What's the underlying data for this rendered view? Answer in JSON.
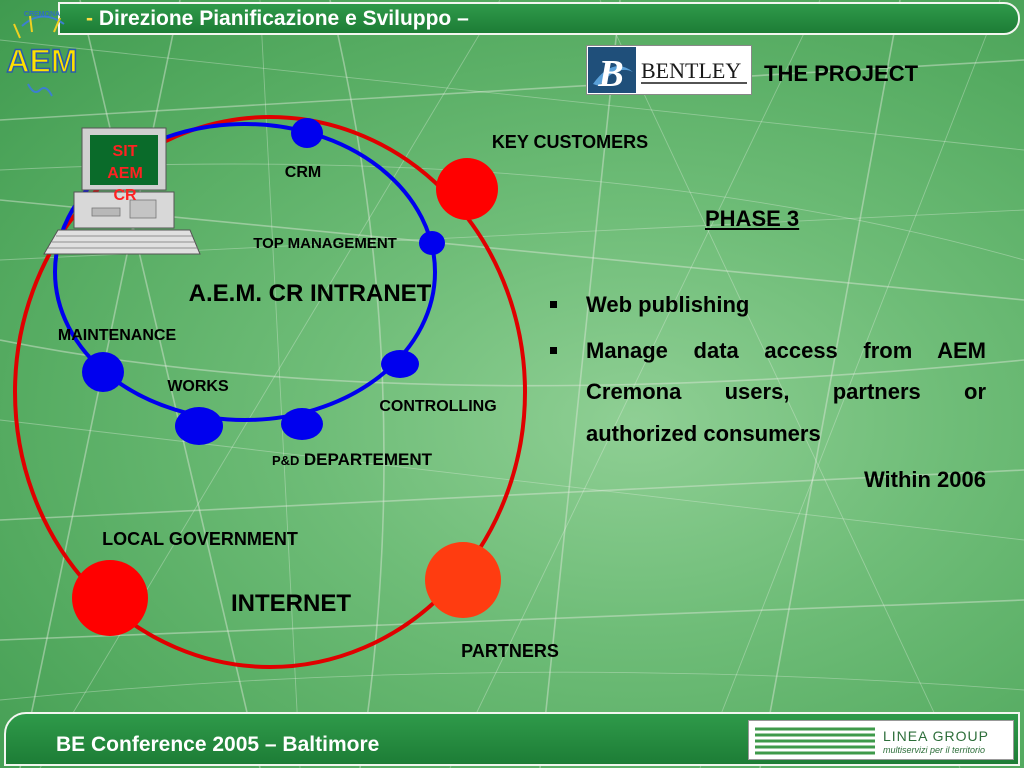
{
  "header": {
    "dash": "-",
    "title": "Direzione Pianificazione e Sviluppo –",
    "logo_text": "AEM",
    "logo_arc_text": "CREMONA"
  },
  "bentley_logo": {
    "text": "BENTLEY",
    "monogram": "B"
  },
  "project_title": "THE PROJECT",
  "phase": "PHASE 3",
  "diagram": {
    "computer_screen": [
      "SIT",
      "AEM",
      "CR"
    ],
    "intranet_label": "A.E.M. CR INTRANET",
    "internet_label": "INTERNET",
    "intranet_nodes": {
      "crm": "CRM",
      "top_management": "TOP MANAGEMENT",
      "maintenance": "MAINTENANCE",
      "works": "WORKS",
      "controlling": "CONTROLLING",
      "pd_prefix": "P&D",
      "pd_department": "DEPARTEMENT"
    },
    "internet_nodes": {
      "key_customers": "KEY CUSTOMERS",
      "local_government": "LOCAL GOVERNMENT",
      "partners": "PARTNERS"
    }
  },
  "bullets": [
    "Web publishing",
    "Manage data access from AEM Cremona users, partners or authorized consumers"
  ],
  "within": "Within 2006",
  "footer": {
    "text": "BE Conference 2005 – Baltimore",
    "partner_logo_title": "LINEA GROUP",
    "partner_logo_subtitle": "multiservizi per il territorio"
  },
  "colors": {
    "header_green": "#1d7d36",
    "intranet_blue": "#0000ee",
    "internet_red": "#e00000",
    "partner_orange": "#ff3c10",
    "screen_text_red": "#ff2222"
  }
}
